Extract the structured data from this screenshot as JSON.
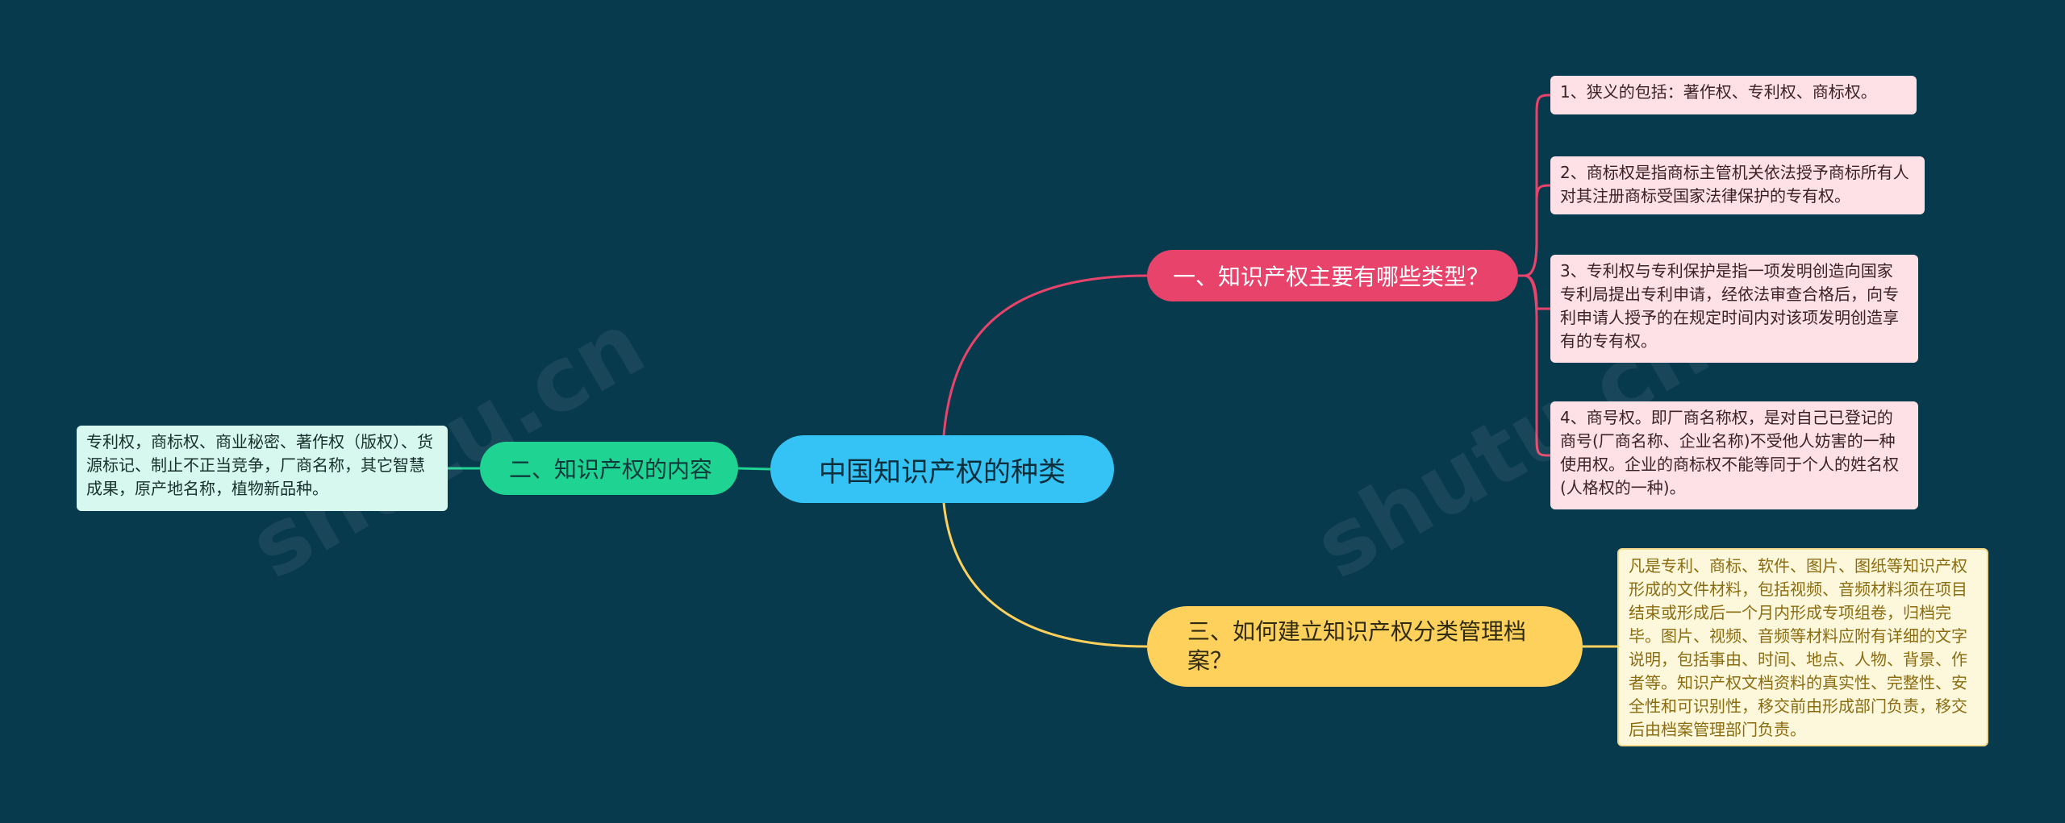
{
  "colors": {
    "background": "#083a4d",
    "root": "#35c3f5",
    "branch1": "#e8436a",
    "branch2": "#1fd393",
    "branch3": "#fdd15c",
    "pink_leaf": "#fde1e6",
    "mint_leaf": "#d7f8ee",
    "cream_leaf": "#fdf7dc"
  },
  "root": {
    "label": "中国知识产权的种类"
  },
  "branches": [
    {
      "label": "一、知识产权主要有哪些类型？"
    },
    {
      "label": "二、知识产权的内容"
    },
    {
      "label": "三、如何建立知识产权分类管理档案？"
    }
  ],
  "leaves": {
    "b1": [
      "1、狭义的包括：著作权、专利权、商标权。",
      "2、商标权是指商标主管机关依法授予商标所有人对其注册商标受国家法律保护的专有权。",
      "3、专利权与专利保护是指一项发明创造向国家专利局提出专利申请，经依法审查合格后，向专利申请人授予的在规定时间内对该项发明创造享有的专有权。",
      "4、商号权。即厂商名称权，是对自己已登记的商号(厂商名称、企业名称)不受他人妨害的一种使用权。企业的商标权不能等同于个人的姓名权(人格权的一种)。"
    ],
    "b2": [
      "专利权，商标权、商业秘密、著作权（版权）、货源标记、制止不正当竞争，厂商名称，其它智慧成果，原产地名称，植物新品种。"
    ],
    "b3": [
      "凡是专利、商标、软件、图片、图纸等知识产权形成的文件材料，包括视频、音频材料须在项目结束或形成后一个月内形成专项组卷，归档完毕。图片、视频、音频等材料应附有详细的文字说明，包括事由、时间、地点、人物、背景、作者等。知识产权文档资料的真实性、完整性、安全性和可识别性，移交前由形成部门负责，移交后由档案管理部门负责。"
    ]
  }
}
